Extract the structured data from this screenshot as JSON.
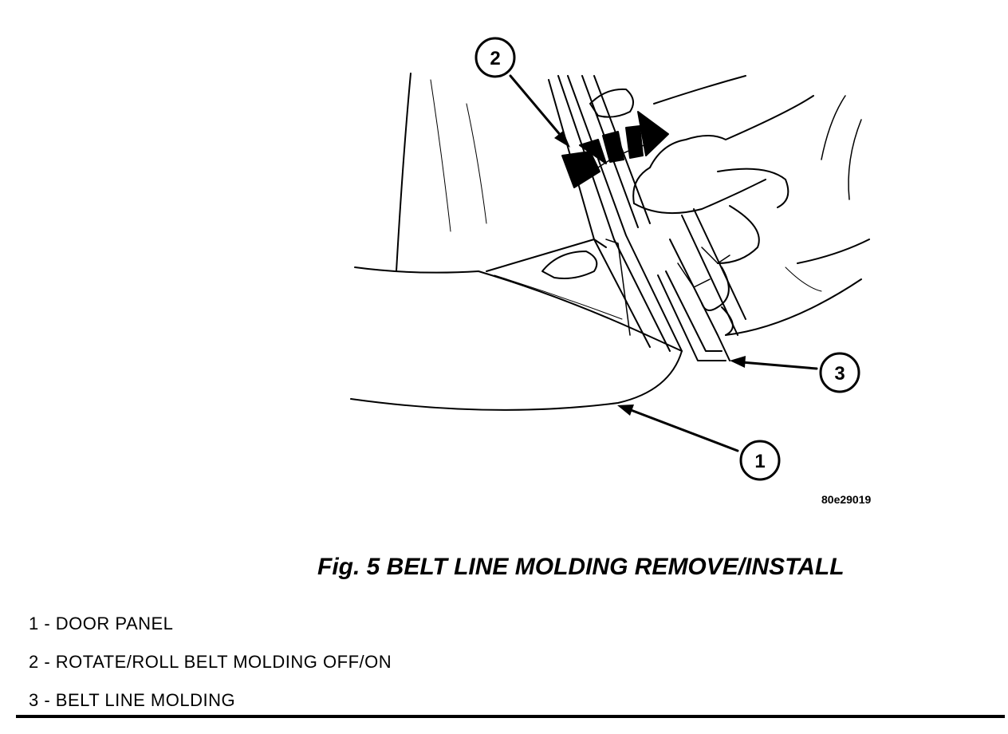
{
  "figure": {
    "code": "80e29019",
    "caption": "Fig. 5 BELT LINE MOLDING REMOVE/INSTALL"
  },
  "callouts": [
    {
      "number": "1"
    },
    {
      "number": "2"
    },
    {
      "number": "3"
    }
  ],
  "legend": [
    {
      "text": "1 - DOOR PANEL"
    },
    {
      "text": "2 - ROTATE/ROLL BELT MOLDING OFF/ON"
    },
    {
      "text": "3 - BELT LINE MOLDING"
    }
  ]
}
